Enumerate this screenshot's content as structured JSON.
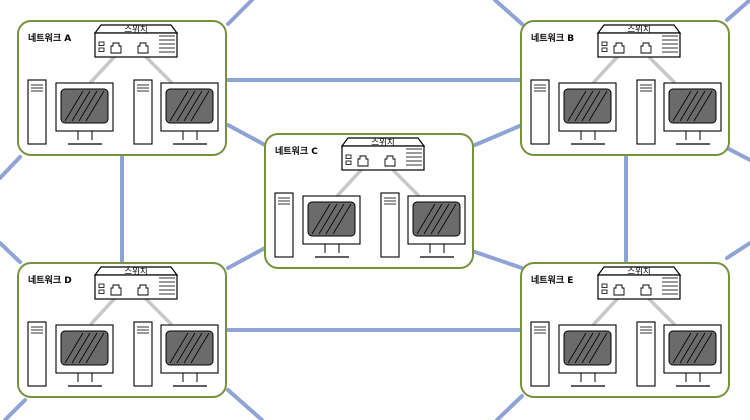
{
  "diagram": {
    "colors": {
      "background": "#ffffff",
      "network_border": "#76923c",
      "link": "#8fa3d6",
      "screen": "#6b6b6b",
      "device_outline": "#000000",
      "cable": "#c8c8c8"
    },
    "switch_label": "스위치",
    "networks": [
      {
        "id": "a",
        "label": "네트워크 A"
      },
      {
        "id": "b",
        "label": "네트워크 B"
      },
      {
        "id": "c",
        "label": "네트워크 C"
      },
      {
        "id": "d",
        "label": "네트워크 D"
      },
      {
        "id": "e",
        "label": "네트워크 E"
      }
    ],
    "icons": [
      "switch-icon",
      "tower-pc-icon",
      "monitor-icon",
      "ethernet-port-icon"
    ]
  }
}
